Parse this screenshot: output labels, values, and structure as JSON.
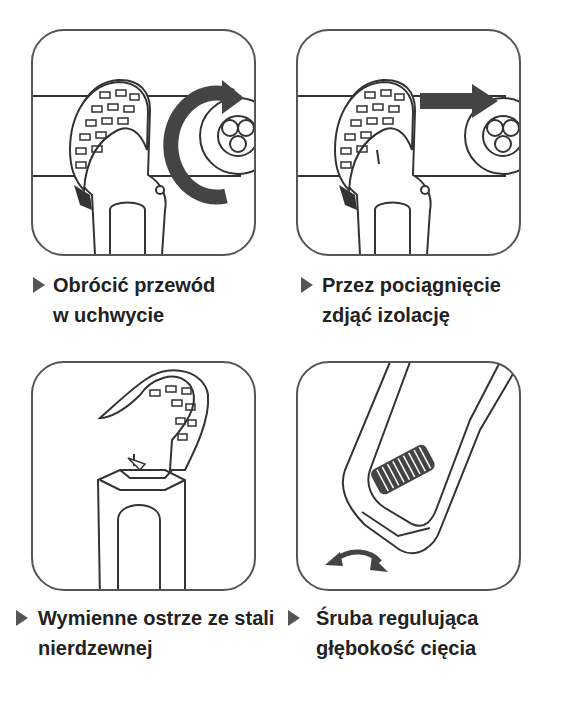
{
  "diagram": {
    "labels": [
      "Obrócić przewód w uchwycie",
      "Przez pociągnięcie zdjąć izolację",
      "Wymienne ostrze ze stali nierdzewnej",
      "Śruba regulująca głębokość cięcia"
    ]
  }
}
